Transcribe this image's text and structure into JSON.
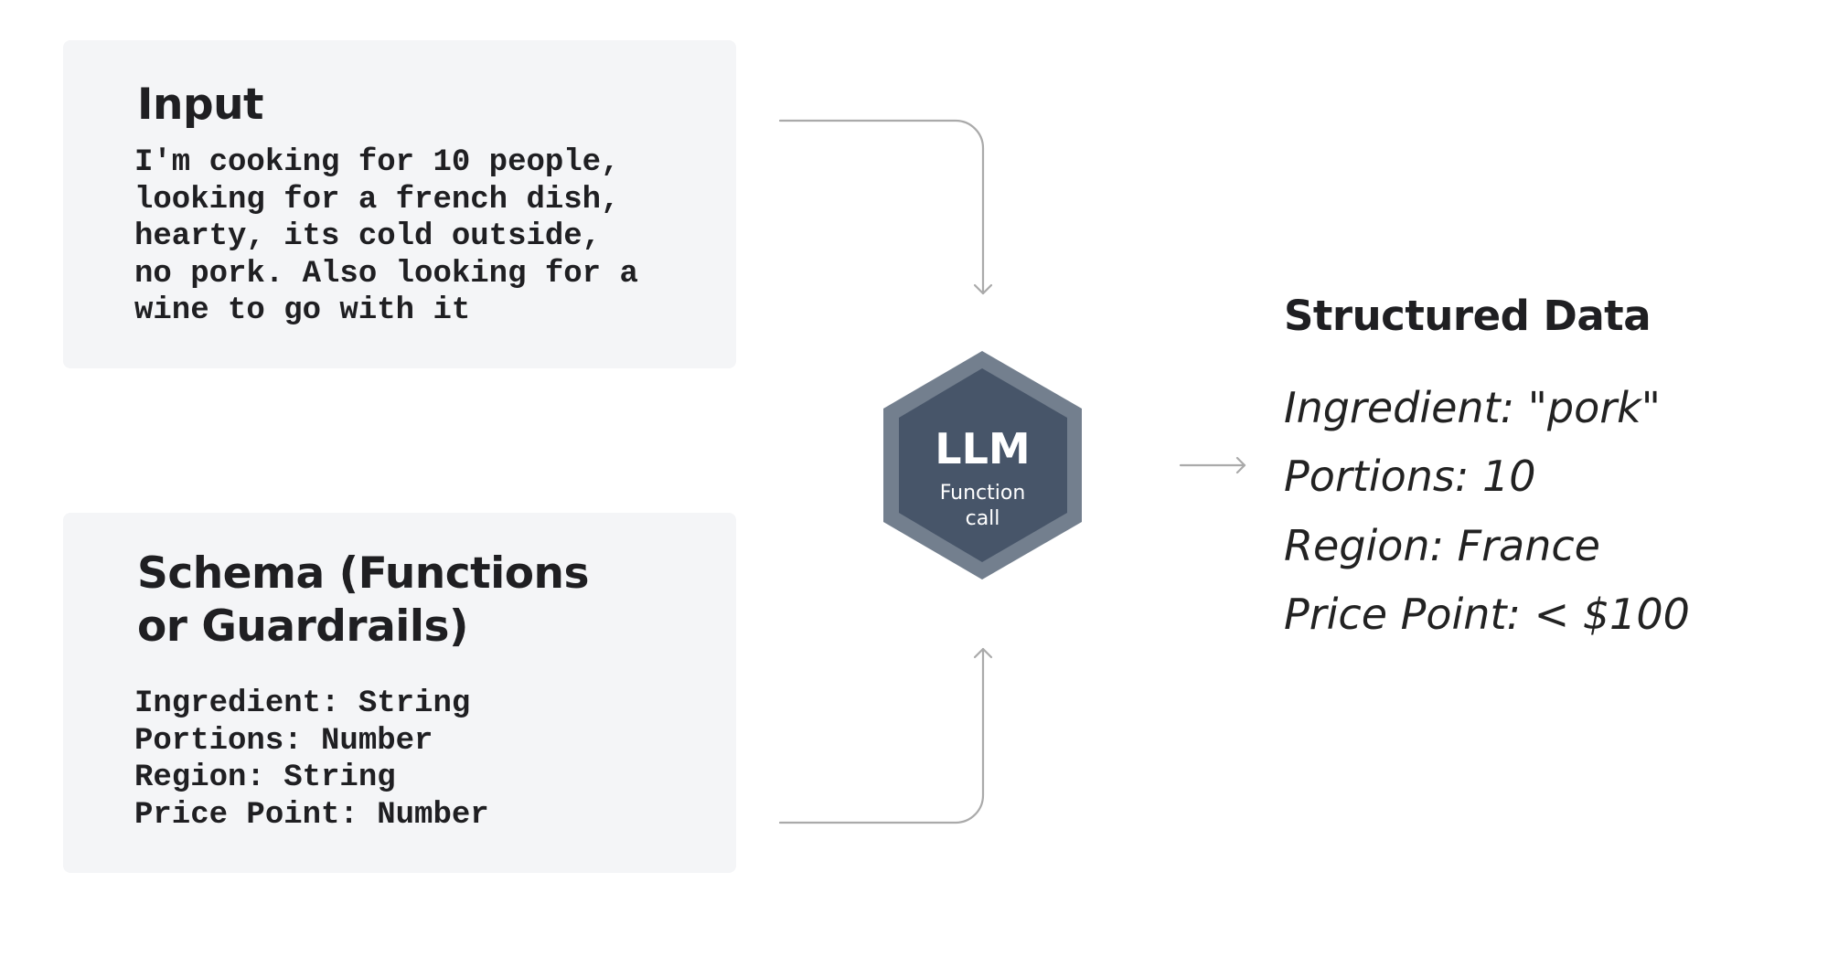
{
  "input": {
    "title": "Input",
    "lines": [
      "I'm cooking for 10 people,",
      "looking for a french dish,",
      "hearty, its cold outside,",
      "no pork. Also looking for a",
      "wine to go with it"
    ]
  },
  "schema": {
    "title_lines": [
      "Schema (Functions",
      "or Guardrails)"
    ],
    "fields": [
      "Ingredient: String",
      "Portions: Number",
      "Region: String",
      "Price Point: Number"
    ]
  },
  "llm": {
    "title": "LLM",
    "subtitle_lines": [
      "Function",
      "call"
    ],
    "outer_color": "#737f8e",
    "inner_color": "#475569"
  },
  "output": {
    "title": "Structured Data",
    "items": [
      "Ingredient: \"pork\"",
      "Portions: 10",
      "Region: France",
      "Price Point: < $100"
    ]
  },
  "colors": {
    "card_bg": "#f4f5f7",
    "arrow": "#aaaaaa"
  }
}
